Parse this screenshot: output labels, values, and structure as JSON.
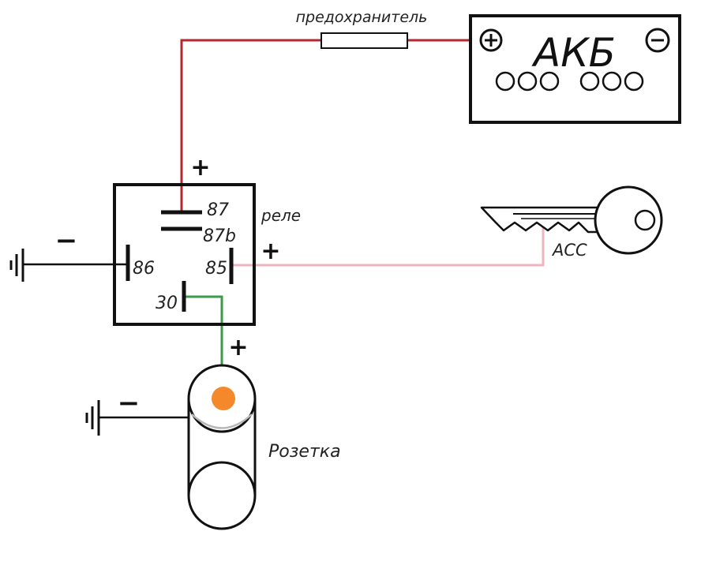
{
  "battery": {
    "label": "АКБ",
    "plus_symbol": "+",
    "minus_symbol": "−"
  },
  "fuse": {
    "label": "предохранитель"
  },
  "relay": {
    "label": "реле",
    "pins": {
      "p87": "87",
      "p87b": "87b",
      "p86": "86",
      "p85": "85",
      "p30": "30"
    }
  },
  "key": {
    "label": "ACC"
  },
  "socket": {
    "label": "Розетка"
  },
  "signs": {
    "relay_top_plus": "+",
    "relay_85_plus": "+",
    "relay_86_minus": "−",
    "socket_plus": "+",
    "socket_minus": "−"
  },
  "colors": {
    "power_wire": "#b5272c",
    "acc_wire": "#efb4bd",
    "output_wire": "#3c9a48",
    "socket_contact": "#f5882a",
    "outline": "#111111"
  }
}
